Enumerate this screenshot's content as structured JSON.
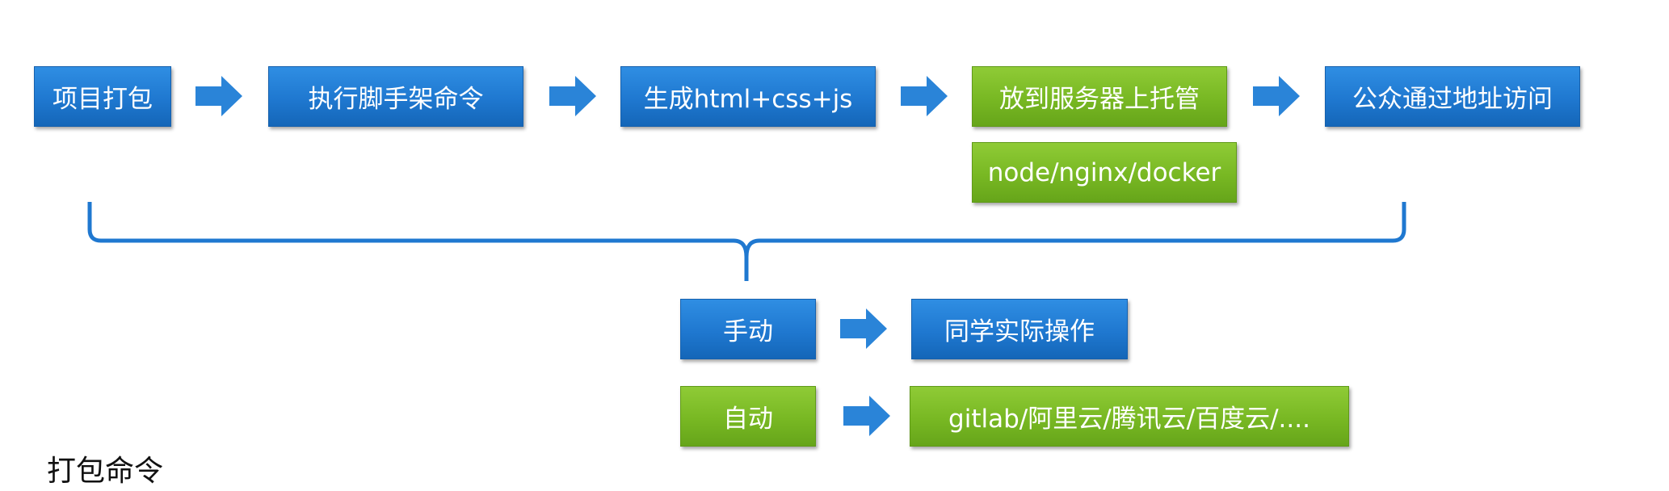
{
  "nodes": {
    "pack": "项目打包",
    "scaffold": "执行脚手架命令",
    "generate": "生成html+css+js",
    "host": "放到服务器上托管",
    "host_options": "node/nginx/docker",
    "public": "公众通过地址访问",
    "manual": "手动",
    "manual_action": "同学实际操作",
    "auto": "自动",
    "auto_platforms": "gitlab/阿里云/腾讯云/百度云/...."
  },
  "footer": {
    "title": "打包命令"
  },
  "colors": {
    "blue": "#1f78d0",
    "green": "#78b823",
    "arrow": "#2a84d8",
    "bracket": "#1f78d0"
  }
}
